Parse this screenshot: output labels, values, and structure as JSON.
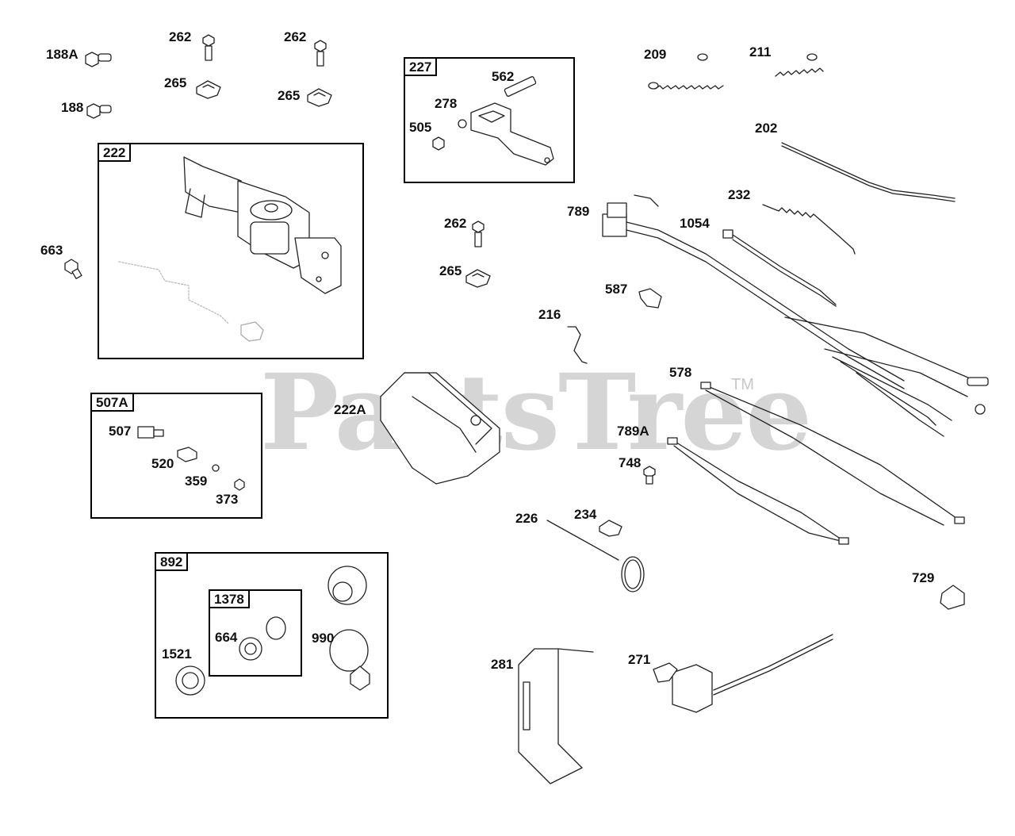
{
  "watermark": {
    "text": "PartsTree",
    "tm": "TM"
  },
  "boxes": {
    "b222": "222",
    "b227": "227",
    "b507A": "507A",
    "b892": "892",
    "b1378": "1378"
  },
  "labels": {
    "l188A": "188A",
    "l188": "188",
    "l262a": "262",
    "l262b": "262",
    "l262c": "262",
    "l265a": "265",
    "l265b": "265",
    "l265c": "265",
    "l663": "663",
    "l562": "562",
    "l278": "278",
    "l505": "505",
    "l209": "209",
    "l211": "211",
    "l202": "202",
    "l232": "232",
    "l789": "789",
    "l1054": "1054",
    "l587": "587",
    "l216": "216",
    "l578": "578",
    "l222A": "222A",
    "l789A": "789A",
    "l748": "748",
    "l507": "507",
    "l520": "520",
    "l359": "359",
    "l373": "373",
    "l226": "226",
    "l234": "234",
    "l729": "729",
    "l1521": "1521",
    "l664": "664",
    "l990": "990",
    "l281": "281",
    "l271": "271"
  }
}
